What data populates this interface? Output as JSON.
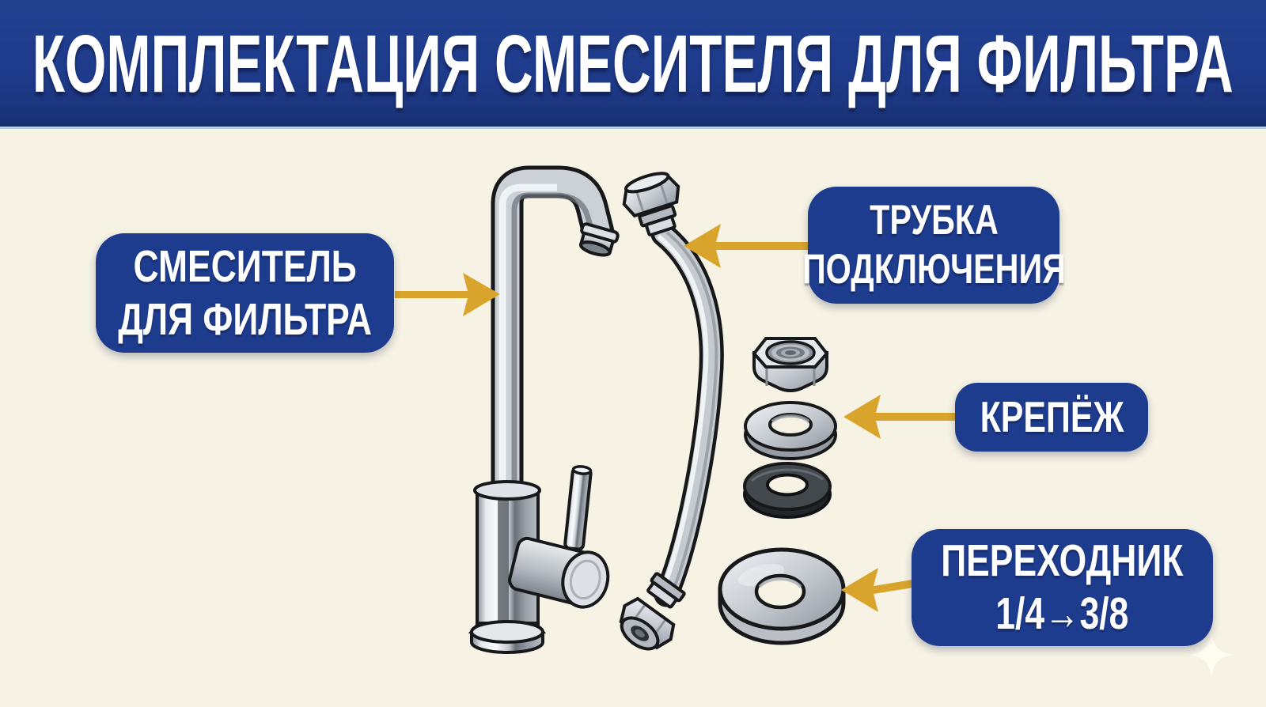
{
  "banner": {
    "title": "КОМПЛЕКТАЦИЯ СМЕСИТЕЛЯ ДЛЯ ФИЛЬТРА"
  },
  "callouts": [
    {
      "id": "faucet",
      "lines": [
        "СМЕСИТЕЛЬ",
        "ДЛЯ ФИЛЬТРА"
      ],
      "points_to": "filter-faucet",
      "arrow_direction": "right"
    },
    {
      "id": "tube",
      "lines": [
        "ТРУБКА",
        "ПОДКЛЮЧЕНИЯ"
      ],
      "points_to": "connection-tube",
      "arrow_direction": "left"
    },
    {
      "id": "fastener",
      "lines": [
        "КРЕПЁЖ"
      ],
      "points_to": "fastener-stack",
      "arrow_direction": "left"
    },
    {
      "id": "adapter",
      "lines": [
        "ПЕРЕХОДНИК",
        "1/4→3/8"
      ],
      "points_to": "adapter-washer",
      "arrow_direction": "left"
    }
  ],
  "illustration": {
    "parts": [
      {
        "name": "filter-faucet"
      },
      {
        "name": "connection-tube"
      },
      {
        "name": "mounting-nut"
      },
      {
        "name": "metal-washer"
      },
      {
        "name": "rubber-washer"
      },
      {
        "name": "adapter-washer"
      }
    ],
    "decorations": [
      {
        "name": "sparkle"
      }
    ]
  },
  "colors": {
    "banner_bg": "#1e3b8c",
    "banner_divider": "#b9cfe8",
    "background": "#f6f2e4",
    "callout_bg": "#1e3c8e",
    "callout_text": "#ffffff",
    "arrow": "#d9a42c",
    "chrome": "#c9ced4",
    "rubber": "#3c4045",
    "outline": "#17181a"
  }
}
